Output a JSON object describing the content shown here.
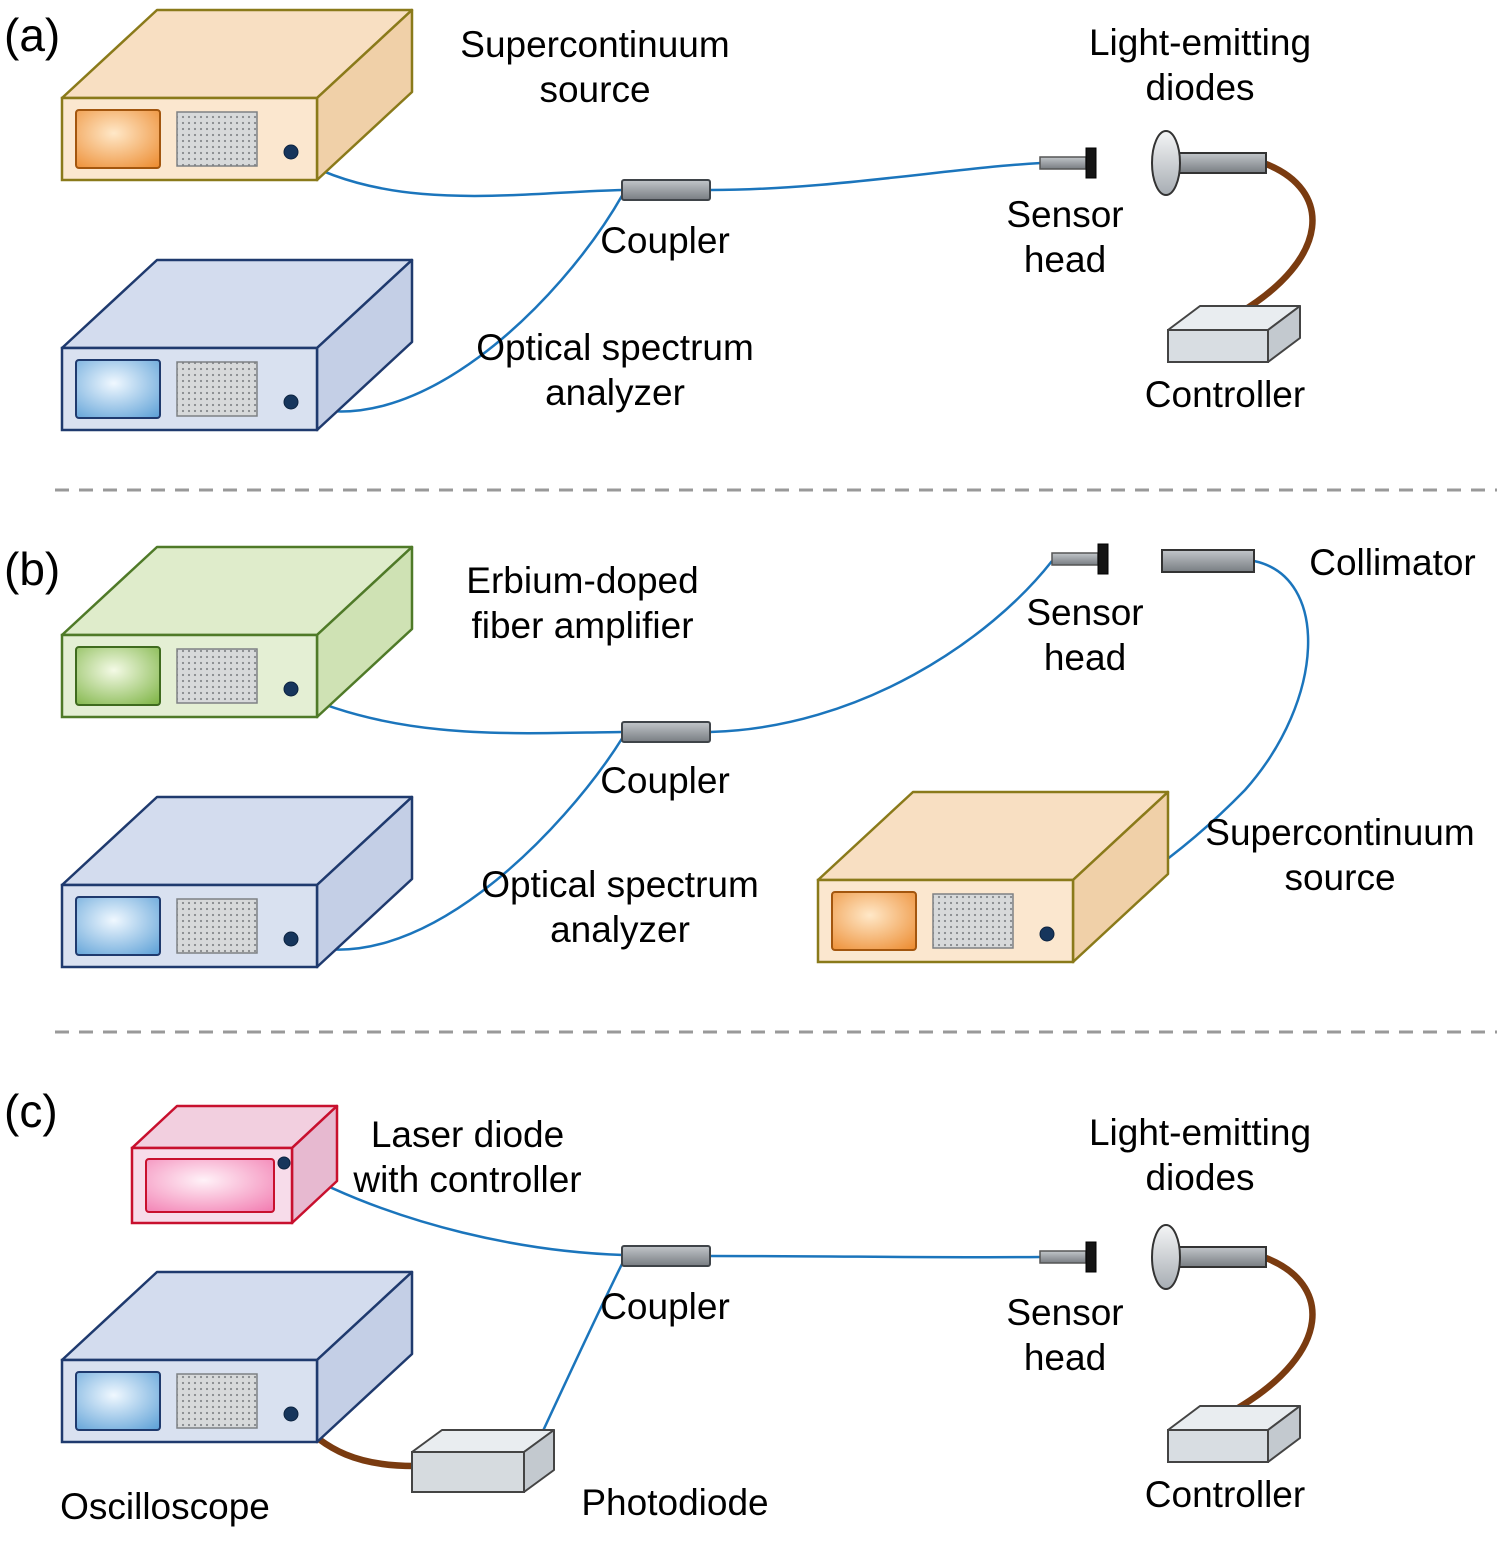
{
  "tags": {
    "a": "(a)",
    "b": "(b)",
    "c": "(c)"
  },
  "panels": {
    "a": {
      "supercontinuum": {
        "line1": "Supercontinuum",
        "line2": "source"
      },
      "led": {
        "line1": "Light-emitting",
        "line2": "diodes"
      },
      "sensor_head": {
        "line1": "Sensor",
        "line2": "head"
      },
      "coupler": "Coupler",
      "osa": {
        "line1": "Optical spectrum",
        "line2": "analyzer"
      },
      "controller": "Controller"
    },
    "b": {
      "edfa": {
        "line1": "Erbium-doped",
        "line2": "fiber amplifier"
      },
      "sensor_head": {
        "line1": "Sensor",
        "line2": "head"
      },
      "collimator": "Collimator",
      "coupler": "Coupler",
      "osa": {
        "line1": "Optical spectrum",
        "line2": "analyzer"
      },
      "supercontinuum": {
        "line1": "Supercontinuum",
        "line2": "source"
      }
    },
    "c": {
      "laser": {
        "line1": "Laser diode",
        "line2": "with controller"
      },
      "led": {
        "line1": "Light-emitting",
        "line2": "diodes"
      },
      "coupler": "Coupler",
      "sensor_head": {
        "line1": "Sensor",
        "line2": "head"
      },
      "photodiode": "Photodiode",
      "oscilloscope": "Oscilloscope",
      "controller": "Controller"
    }
  },
  "colors": {
    "fiber_blue": "#1b75bc",
    "cable_brown": "#7a3b10",
    "supercontinuum_fill": "#fbe7cf",
    "supercontinuum_border": "#8a7a1a",
    "analyzer_fill": "#d9e1f0",
    "analyzer_border": "#1f3a6e",
    "edfa_fill": "#e4efd4",
    "edfa_border": "#4f7a28",
    "laser_fill": "#f7dcea",
    "laser_border": "#c8102e",
    "metal_gray": "#8f959b",
    "divider_gray": "#999999"
  }
}
